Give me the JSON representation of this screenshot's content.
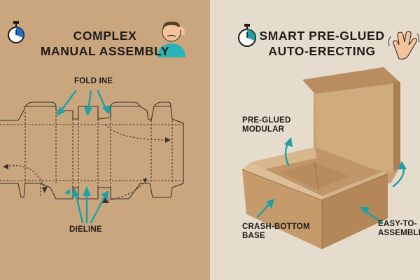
{
  "left": {
    "title_line1": "COMPLEX",
    "title_line2": "MANUAL ASSEMBLY",
    "fold_label": "FOLD INE",
    "dieline_label": "DIELINE",
    "icons": [
      "stopwatch-icon",
      "frustrated-person-icon"
    ]
  },
  "right": {
    "title_line1": "SMART PRE-GLUED",
    "title_line2": "AUTO-ERECTING",
    "pre_glued_line1": "PRE-GLUED",
    "pre_glued_line2": "MODULAR",
    "crash_line1": "CRASH-BOTTOM",
    "crash_line2": "BASE",
    "easy_line1": "EASY-TO-",
    "easy_line2": "ASSEMBLE",
    "icons": [
      "stopwatch-icon",
      "waving-hand-icon"
    ]
  },
  "colors": {
    "kraft_panel": "#c9a67e",
    "light_panel": "#e6dccd",
    "accent_teal": "#1ea0a5",
    "box_cardboard": "#c29a6b"
  }
}
